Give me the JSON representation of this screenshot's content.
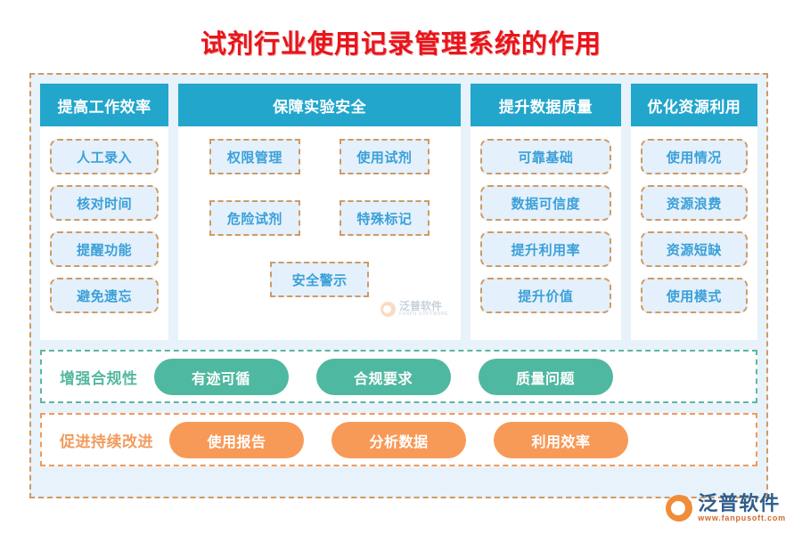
{
  "title": "试剂行业使用记录管理系统的作用",
  "colors": {
    "title": "#e8151b",
    "header_bar": "#22a6cc",
    "chip_border": "#d09a63",
    "chip_bg": "#e4f0fb",
    "chip_text": "#3aa0d8",
    "frame_bg": "#e7f2fb",
    "green": "#4fb8a0",
    "orange": "#f79a57"
  },
  "columns": [
    {
      "header": "提高工作效率",
      "layout": "stack",
      "items": [
        "人工录入",
        "核对时间",
        "提醒功能",
        "避免遗忘"
      ]
    },
    {
      "header": "保障实验安全",
      "layout": "grid",
      "items": [
        "权限管理",
        "使用试剂",
        "危险试剂",
        "特殊标记"
      ],
      "center_item": "安全警示"
    },
    {
      "header": "提升数据质量",
      "layout": "stack",
      "items": [
        "可靠基础",
        "数据可信度",
        "提升利用率",
        "提升价值"
      ]
    },
    {
      "header": "优化资源利用",
      "layout": "stack",
      "items": [
        "使用情况",
        "资源浪费",
        "资源短缺",
        "使用模式"
      ]
    }
  ],
  "bands": [
    {
      "label": "增强合规性",
      "style": "green",
      "pills": [
        "有迹可循",
        "合规要求",
        "质量问题"
      ]
    },
    {
      "label": "促进持续改进",
      "style": "orange",
      "pills": [
        "使用报告",
        "分析数据",
        "利用效率"
      ]
    }
  ],
  "watermark": {
    "name": "泛普软件",
    "sub": "FANPU SOFTWARE"
  },
  "logo": {
    "name": "泛普软件",
    "url": "www.fanpusoft.com"
  }
}
